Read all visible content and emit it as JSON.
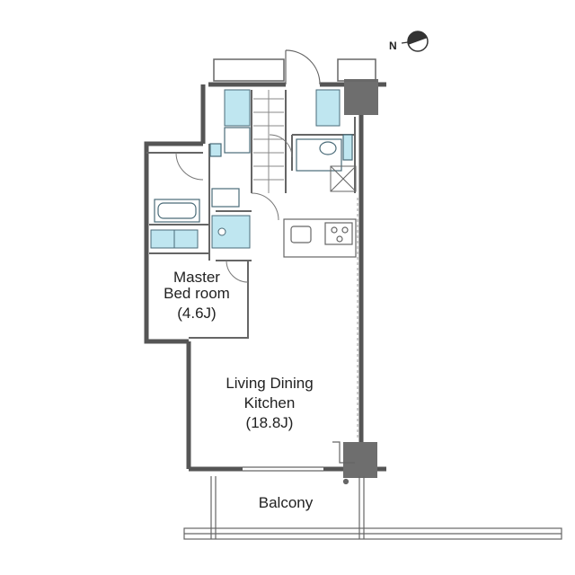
{
  "compass": {
    "letter": "N",
    "icon": "north-arrow-icon"
  },
  "rooms": {
    "master_bedroom": {
      "line1": "Master",
      "line2": "Bed room",
      "line3": "(4.6J)"
    },
    "ldk": {
      "line1": "Living Dining",
      "line2": "Kitchen",
      "line3": "(18.8J)"
    },
    "balcony": {
      "label": "Balcony"
    }
  },
  "colors": {
    "wall": "#555555",
    "fixture_fill": "#bfe6f0",
    "fixture_stroke": "#4a6b78",
    "column": "#6e6e6e",
    "line": "#666666"
  }
}
